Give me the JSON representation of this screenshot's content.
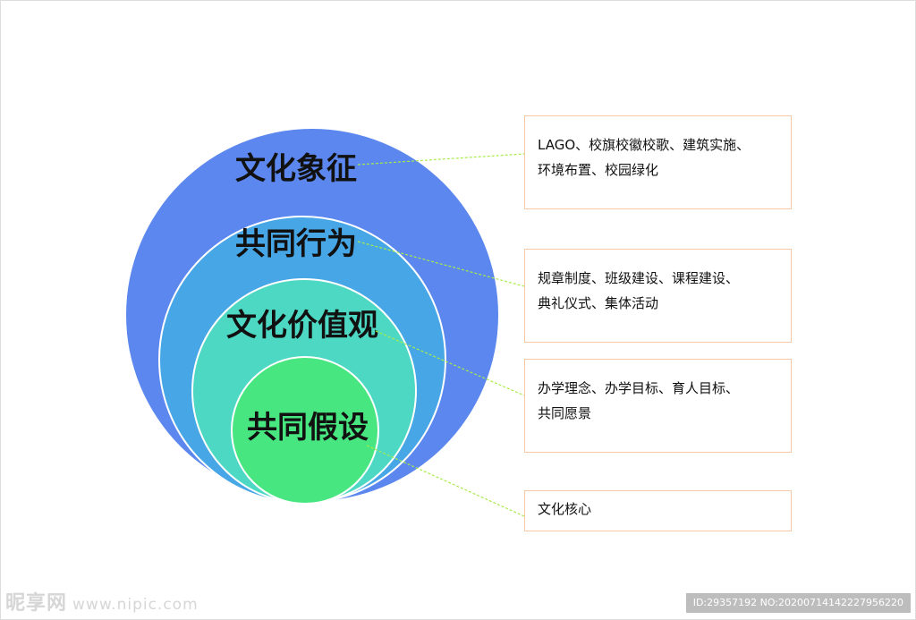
{
  "rings": [
    {
      "label": "文化象征",
      "color": "#5b87ee"
    },
    {
      "label": "共同行为",
      "color": "#47a6e6"
    },
    {
      "label": "文化价值观",
      "color": "#4dd8c4"
    },
    {
      "label": "共同假设",
      "color": "#48e680"
    }
  ],
  "boxes": [
    {
      "line1": "LAGO、校旗校徽校歌、建筑实施、",
      "line2": "环境布置、校园绿化"
    },
    {
      "line1": "规章制度、班级建设、课程建设、",
      "line2": "典礼仪式、集体活动"
    },
    {
      "line1": "办学理念、办学目标、育人目标、",
      "line2": "共同愿景"
    },
    {
      "line1": "文化核心",
      "line2": ""
    }
  ],
  "connector_color": "#a8ec4a",
  "watermark": {
    "brand": "昵享网",
    "url": "www.nipic.com",
    "id_text": "ID:29357192 NO:20200714142227956220"
  }
}
